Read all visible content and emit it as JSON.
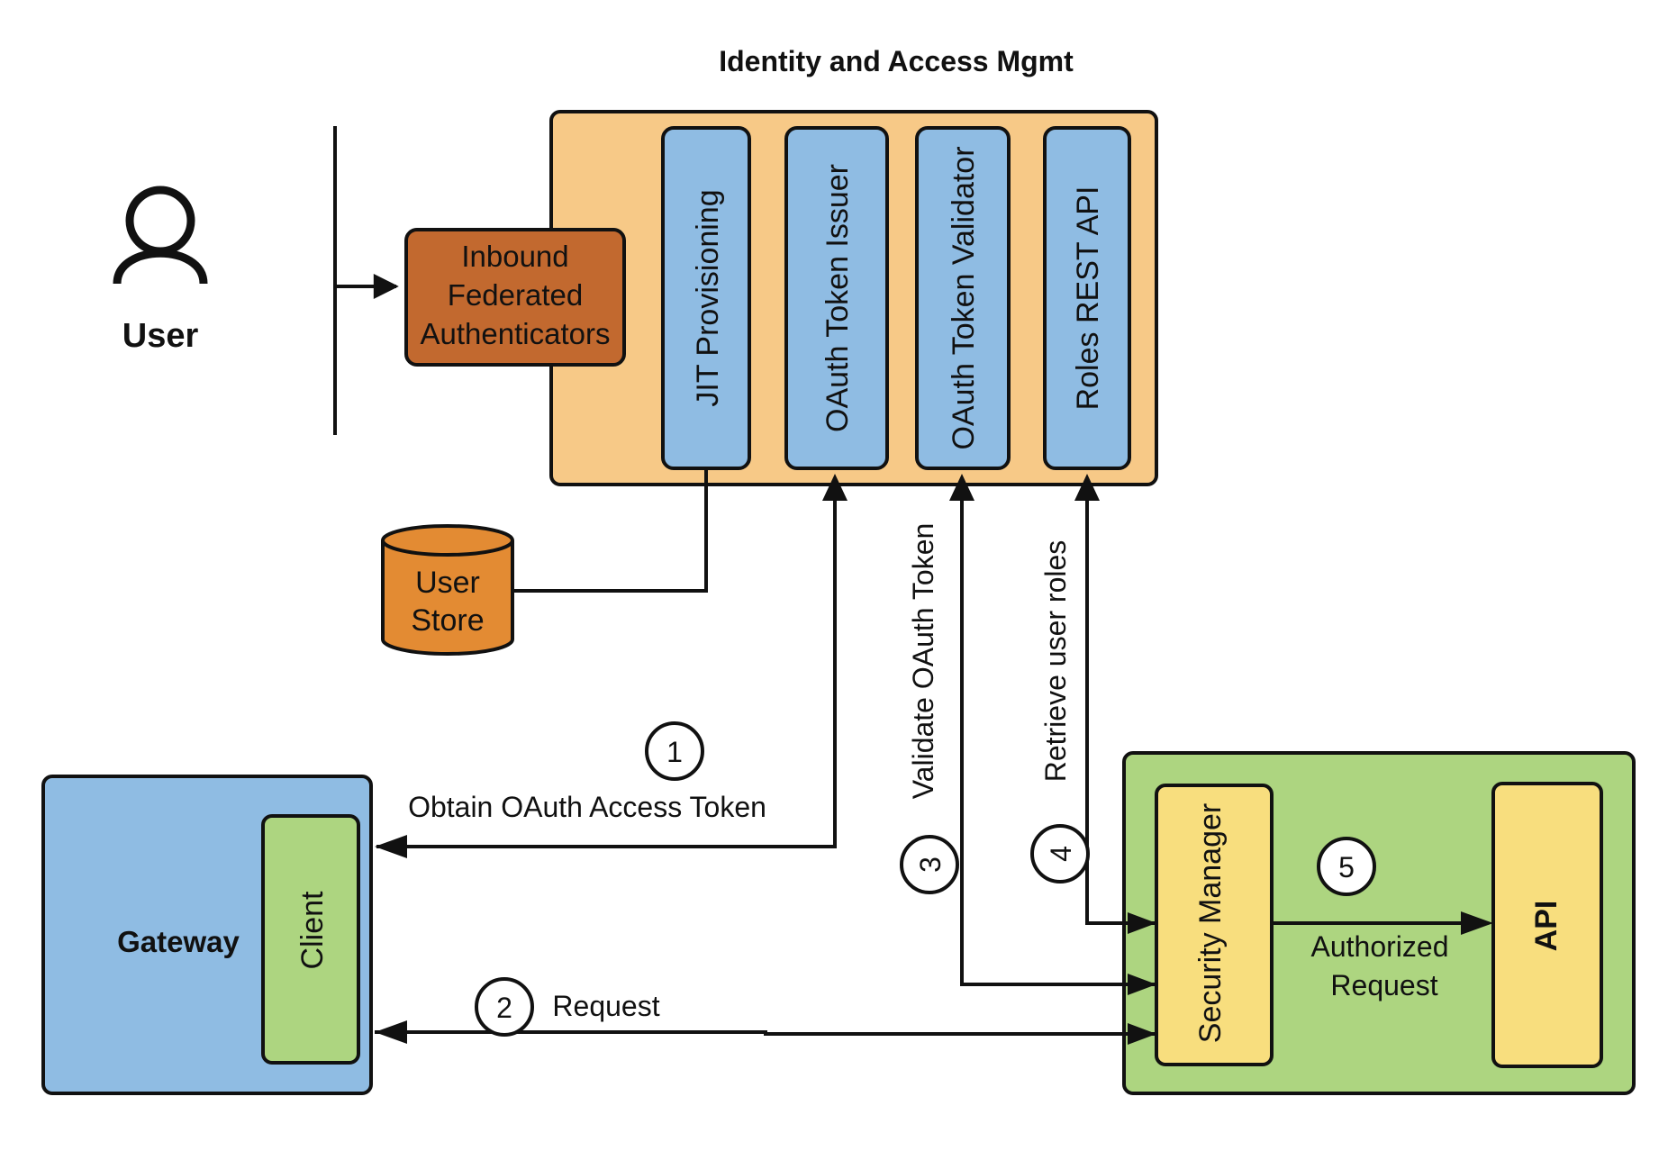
{
  "title": "Identity and Access Mgmt",
  "user": {
    "label": "User"
  },
  "iam": {
    "inbound": [
      "Inbound",
      "Federated",
      "Authenticators"
    ],
    "modules": [
      "JIT Provisioning",
      "OAuth Token Issuer",
      "OAuth Token Validator",
      "Roles REST API"
    ]
  },
  "user_store": [
    "User",
    "Store"
  ],
  "gateway": {
    "label": "Gateway",
    "client": "Client"
  },
  "api_host": {
    "security_manager": "Security Manager",
    "api": "API"
  },
  "flows": {
    "step1": {
      "num": "1",
      "label": "Obtain OAuth Access Token"
    },
    "step2": {
      "num": "2",
      "label": "Request"
    },
    "step3": {
      "num": "3",
      "label": "Validate OAuth Token"
    },
    "step4": {
      "num": "4",
      "label": "Retrieve user roles"
    },
    "step5": {
      "num": "5",
      "label": [
        "Authorized",
        "Request"
      ]
    }
  },
  "colors": {
    "iam_bg": "#F7C987",
    "module_bg": "#8FBCE3",
    "inbound_bg": "#C2692F",
    "store_bg": "#E38B33",
    "gateway_bg": "#8FBCE3",
    "client_bg": "#ADD580",
    "api_host_bg": "#ADD580",
    "component_bg": "#F8DE7E",
    "stroke": "#111111"
  }
}
